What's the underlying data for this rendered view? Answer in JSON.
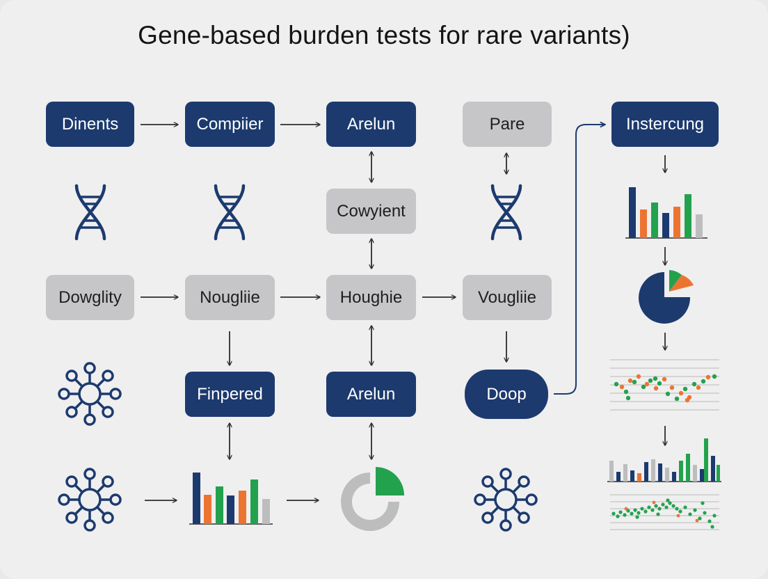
{
  "title": "Gene-based burden tests for rare variants)",
  "colors": {
    "navy": "#1c3a6e",
    "gray_box": "#c6c6c8",
    "orange": "#ec7431",
    "green": "#23a24d",
    "gray_bar": "#bdbdbd",
    "arrow": "#2d2d2d"
  },
  "nodes": {
    "dinents": "Dinents",
    "compiier": "Compiier",
    "arelun_top": "Arelun",
    "pare": "Pare",
    "instercung": "Instercung",
    "cowyient": "Cowyient",
    "dowglity": "Dowglity",
    "nougliie": "Nougliie",
    "houghie": "Houghie",
    "vougliie": "Vougliie",
    "finpered": "Finpered",
    "arelun_bottom": "Arelun",
    "doop": "Doop"
  },
  "icons": {
    "dna": "dna-helix-icon",
    "network": "network-hub-icon",
    "bar_chart": "bar-chart-icon",
    "donut": "donut-chart-icon",
    "pie": "pie-chart-icon",
    "scatter": "scatter-plot-icon"
  }
}
